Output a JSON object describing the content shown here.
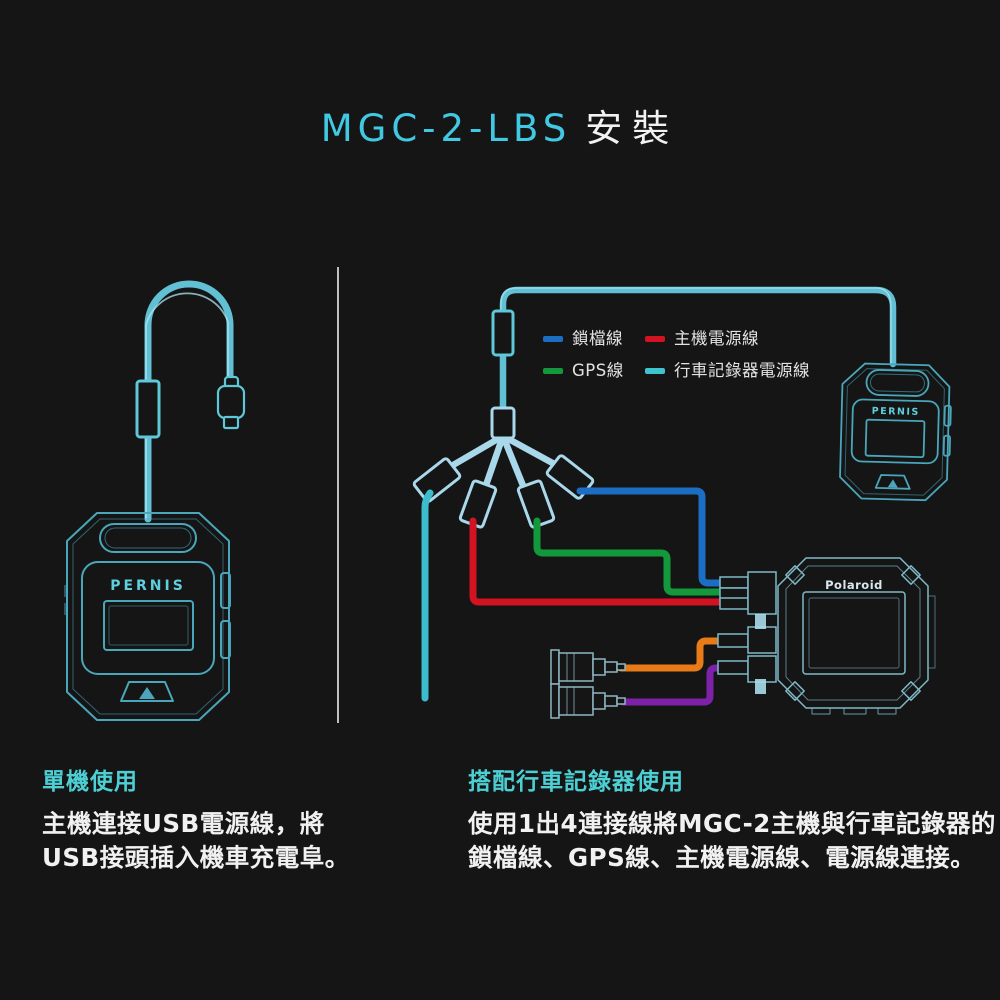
{
  "title": {
    "model_name": "MGC-2-LBS",
    "action": "安裝"
  },
  "brands": {
    "gps_unit": "PERNIS",
    "dashcam": "Polaroid"
  },
  "legend": {
    "items": [
      {
        "label": "鎖檔線",
        "color": "#1c6ec4"
      },
      {
        "label": "主機電源線",
        "color": "#d11322"
      },
      {
        "label": "GPS線",
        "color": "#13993c"
      },
      {
        "label": "行車記錄器電源線",
        "color": "#3fc3cf"
      }
    ]
  },
  "diagram": {
    "cable_color": "#62c0d4",
    "cable_core_color": "#aee6f2",
    "connector_color": "#a8d8ea",
    "device_line_color": "#4aa6ba",
    "dashcam_line_color": "#7fb9c9",
    "wire_colors": {
      "lock_file": "#1c6ec4",
      "main_power": "#d11322",
      "gps": "#13993c",
      "dashcam_power": "#3cbccd",
      "orange": "#e87b17",
      "purple": "#7d22a8"
    }
  },
  "sections": {
    "standalone": {
      "heading": "單機使用",
      "line1": "主機連接USB電源線，將",
      "line2": "USB接頭插入機車充電阜。"
    },
    "with_dashcam": {
      "heading": "搭配行車記錄器使用",
      "line1": "使用1出4連接線將MGC-2主機與行車記錄器的",
      "line2": "鎖檔線、GPS線、主機電源線、電源線連接。"
    }
  }
}
